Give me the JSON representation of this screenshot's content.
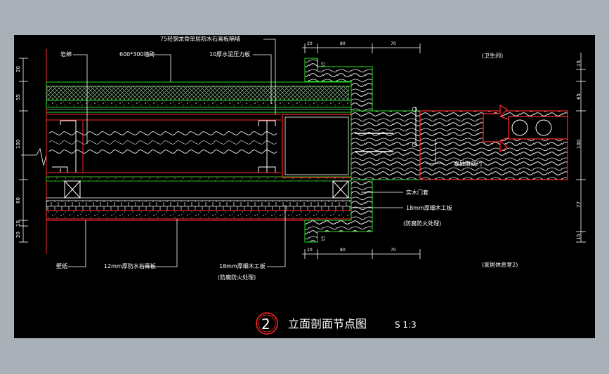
{
  "window": {
    "background": "#a9b0b7",
    "drawing_background": "#000000"
  },
  "colors": {
    "line": "#ffffff",
    "red": "#ff2a2a",
    "green": "#22dd22",
    "wood": "#f2f2f2",
    "hatch_green": "#9cd39c"
  },
  "labels": {
    "l_rockwool": "岩棉",
    "l_tile": "600*300墙砖",
    "l_keel": "75轻钢龙骨单层防水石膏板隔墙",
    "l_cement": "10厚水泥压力板",
    "l_bathroom": "(卫生间)",
    "l_teak": "泰柚雕刻门",
    "l_door_cover": "实木门套",
    "l_board18_r": "18mm厚细木工板",
    "l_fire_r": "(防腐防火处理)",
    "l_wallpaper": "壁纸",
    "l_gypsum": "12mm厚防水石膏板",
    "l_board18_b": "18mm厚细木工板",
    "l_fire_b": "(防腐防火处理)",
    "l_bedroom": "(家居休息室2)"
  },
  "dims": {
    "top": [
      "20",
      "80",
      "70"
    ],
    "top_small": "15",
    "bottom": [
      "20",
      "80",
      "70"
    ],
    "bottom_small": "15",
    "left": [
      "20",
      "55",
      "100",
      "60",
      "10",
      "20"
    ],
    "right": [
      "15",
      "65",
      "100",
      "77",
      "15"
    ]
  },
  "title": {
    "number": "2",
    "text": "立面剖面节点图",
    "scale": "S 1:3"
  }
}
